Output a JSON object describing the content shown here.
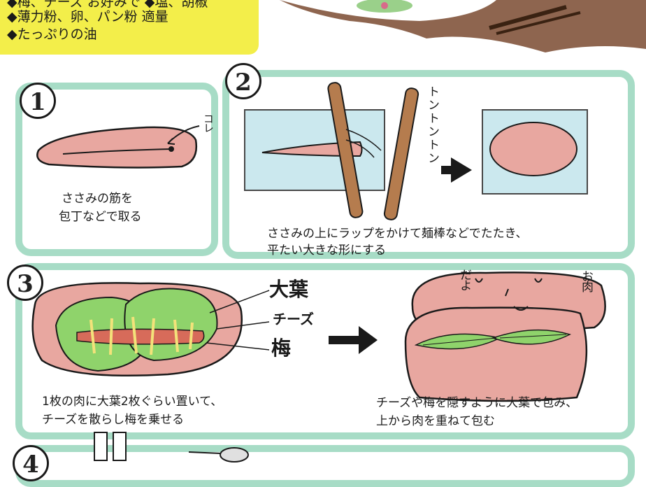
{
  "ingredients": {
    "line1": "◆梅、チーズ お好みで ◆塩、胡椒",
    "line2": "◆薄力粉、卵、パン粉 適量",
    "line3": "◆たっぷりの油"
  },
  "steps": [
    {
      "number": "1",
      "caption_line1": "ささみの筋を",
      "caption_line2": "包丁などで取る",
      "annotation": "コレ"
    },
    {
      "number": "2",
      "caption_line1": "ささみの上にラップをかけて麺棒などでたたき、",
      "caption_line2": "平たい大きな形にする",
      "sound": "トントントン"
    },
    {
      "number": "3",
      "caption_left_line1": "1枚の肉に大葉2枚ぐらい置いて、",
      "caption_left_line2": "チーズを散らし梅を乗せる",
      "caption_right_line1": "チーズや梅を隠すように大葉で包み、",
      "caption_right_line2": "上から肉を重ねて包む",
      "label_shiso": "大葉",
      "label_cheese": "チーズ",
      "label_ume": "梅",
      "face_left": "だよ",
      "face_right": "お肉"
    },
    {
      "number": "4"
    }
  ],
  "colors": {
    "frame": "#a7dcc6",
    "highlight": "#f3ee4a",
    "meat": "#e8a7a0",
    "leaf": "#8fd36b"
  }
}
